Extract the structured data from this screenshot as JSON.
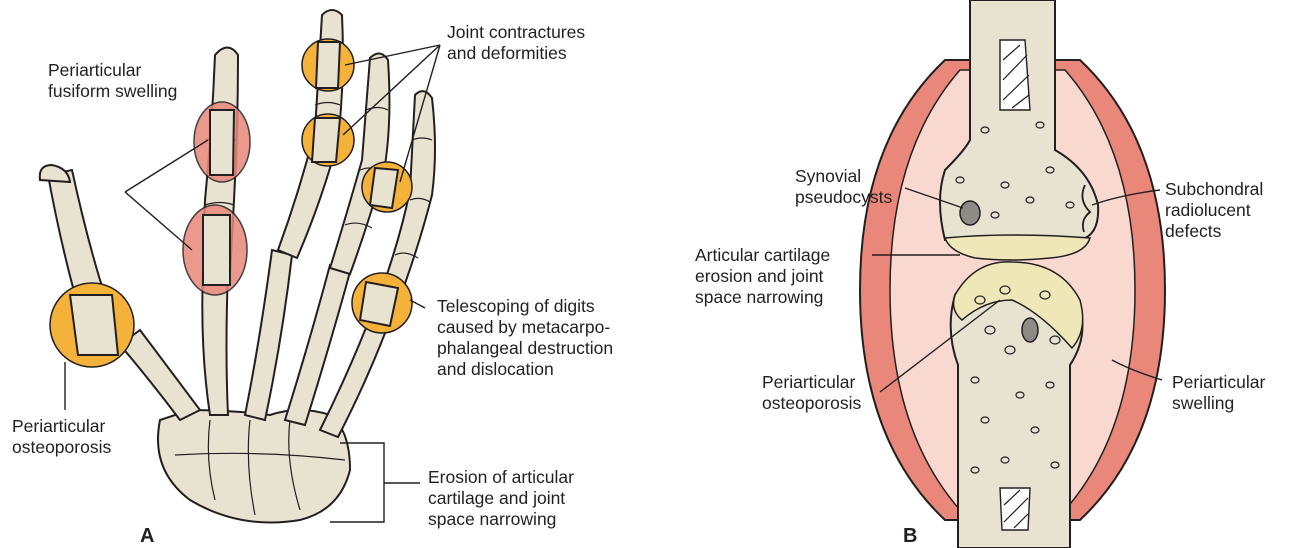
{
  "panels": {
    "a": {
      "letter": "A",
      "labels": {
        "joint_contractures": [
          "Joint contractures",
          "and deformities"
        ],
        "fusiform_swelling": [
          "Periarticular",
          "fusiform swelling"
        ],
        "telescoping": [
          "Telescoping of digits",
          "caused by metacarpo-",
          "phalangeal destruction",
          "and dislocation"
        ],
        "osteoporosis": [
          "Periarticular",
          "osteoporosis"
        ],
        "erosion": [
          "Erosion of articular",
          "cartilage and joint",
          "space narrowing"
        ]
      }
    },
    "b": {
      "letter": "B",
      "labels": {
        "synovial_pseudocysts": [
          "Synovial",
          "pseudocysts"
        ],
        "subchondral_defects": [
          "Subchondral",
          "radiolucent",
          "defects"
        ],
        "cartilage_erosion": [
          "Articular cartilage",
          "erosion and joint",
          "space narrowing"
        ],
        "osteoporosis": [
          "Periarticular",
          "osteoporosis"
        ],
        "swelling": [
          "Periarticular",
          "swelling"
        ]
      }
    }
  },
  "colors": {
    "bone": "#e8e2d0",
    "outline": "#231f20",
    "swelling": "#e8877a",
    "highlight": "#f5b23a",
    "cartilage": "#efe7b8",
    "soft_tissue": "#f9d9cf"
  }
}
